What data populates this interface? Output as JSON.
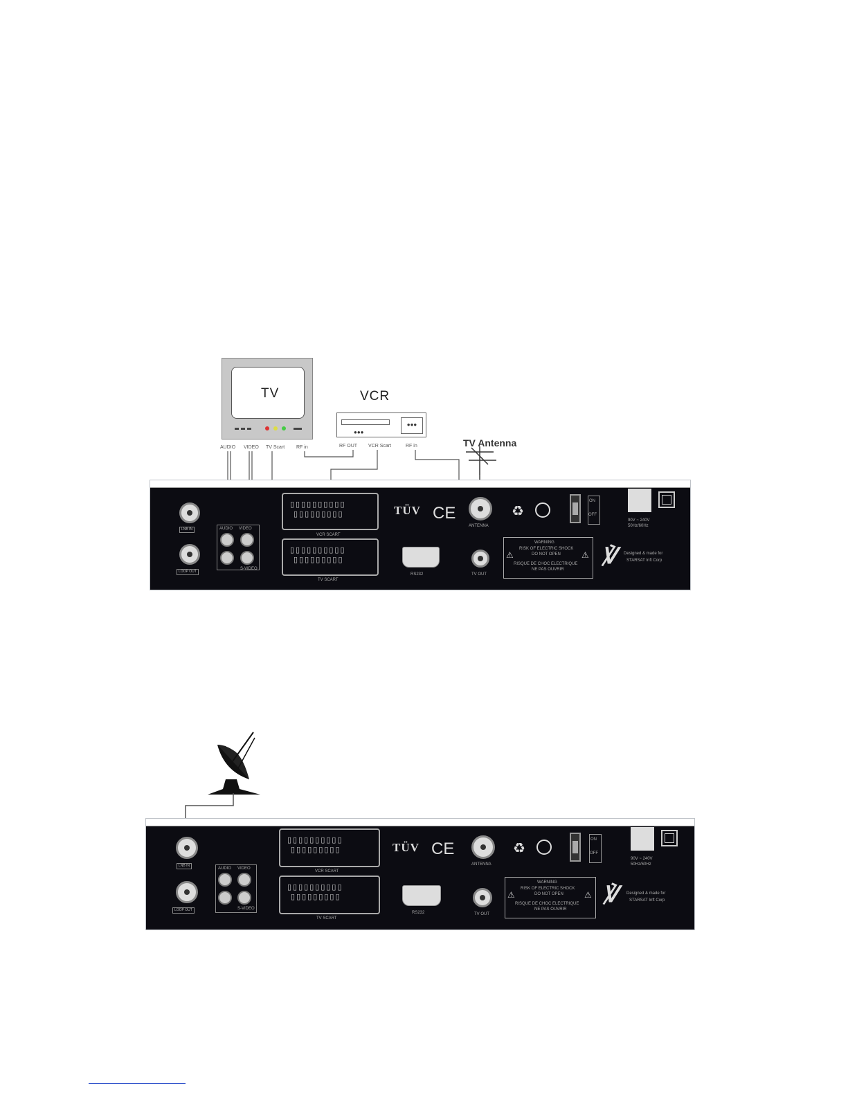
{
  "diagram1": {
    "tv": {
      "title": "TV"
    },
    "vcr": {
      "title": "VCR"
    },
    "antenna": {
      "label": "TV Antenna"
    },
    "tv_ports": [
      "AUDIO",
      "VIDEO",
      "TV Scart",
      "RF in"
    ],
    "vcr_ports": [
      "RF OUT",
      "VCR Scart",
      "RF in"
    ]
  },
  "panel": {
    "lnb_in": "LNB IN",
    "loop_out": "LOOP OUT",
    "audio": "AUDIO",
    "video": "VIDEO",
    "s_video": "S-VIDEO",
    "vcr_scart": "VCR SCART",
    "tv_scart": "TV SCART",
    "tuv": "TÜV",
    "ce": "CE",
    "antenna": "ANTENNA",
    "tv_out": "TV OUT",
    "rs232": "RS232",
    "on": "ON",
    "off": "OFF",
    "power_spec_1": "90V ~ 240V",
    "power_spec_2": "50Hz/60Hz",
    "warning_title": "WARNING",
    "warning_line_1": "RISK OF ELECTRIC SHOCK",
    "warning_line_2": "DO NOT OPEN",
    "warning_line_3": "RISQUE DE CHOC ELECTRIQUE",
    "warning_line_4": "NE PAS OUVRIR",
    "brand_line_1": "Designed & made for",
    "brand_line_2": "STARSAT Inft Corp"
  },
  "colors": {
    "panel_bg": "#0c0c12",
    "tv_case": "#c8c8c8",
    "led_red": "#d33",
    "led_yellow": "#dd4",
    "led_green": "#4c4"
  }
}
